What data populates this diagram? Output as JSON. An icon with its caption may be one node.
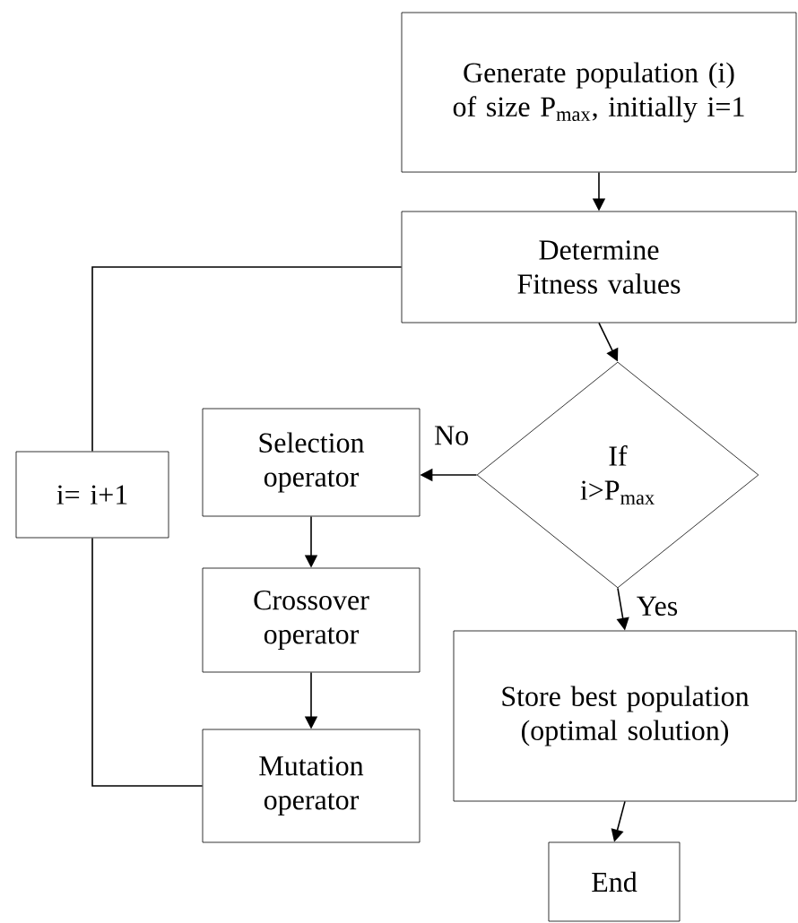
{
  "diagram": {
    "nodes": [
      {
        "text": [
          "Generate population (i) of size P$_{max}$, initially i=1"
        ]
      },
      {
        "text": [
          "Determine Fitness values"
        ]
      },
      {
        "text": [
          "i= i+1"
        ]
      },
      {
        "text": [
          "Selection operator"
        ]
      },
      {
        "text": [
          "If i>P$_{max}$"
        ]
      },
      {
        "text": [
          "Crossover operator"
        ]
      },
      {
        "text": [
          "Mutation operator"
        ]
      },
      {
        "text": [
          "Store best population (optimal solution)"
        ]
      },
      {
        "text": [
          "End"
        ]
      }
    ],
    "edges": [
      {
        "from": 0,
        "to": 1,
        "arrow": "to"
      },
      {
        "from": 1,
        "to": 4,
        "arrow": "to"
      },
      {
        "from": 4,
        "to": 3,
        "arrow": "to",
        "label": "No"
      },
      {
        "from": 4,
        "to": 7,
        "arrow": "to",
        "label": "Yes"
      },
      {
        "from": 3,
        "to": 5,
        "arrow": "to"
      },
      {
        "from": 5,
        "to": 6,
        "arrow": "to"
      },
      {
        "from": 6,
        "to": 2,
        "arrow": "none"
      },
      {
        "from": 2,
        "to": 1,
        "arrow": "none"
      },
      {
        "from": 7,
        "to": 8,
        "arrow": "to"
      }
    ]
  }
}
